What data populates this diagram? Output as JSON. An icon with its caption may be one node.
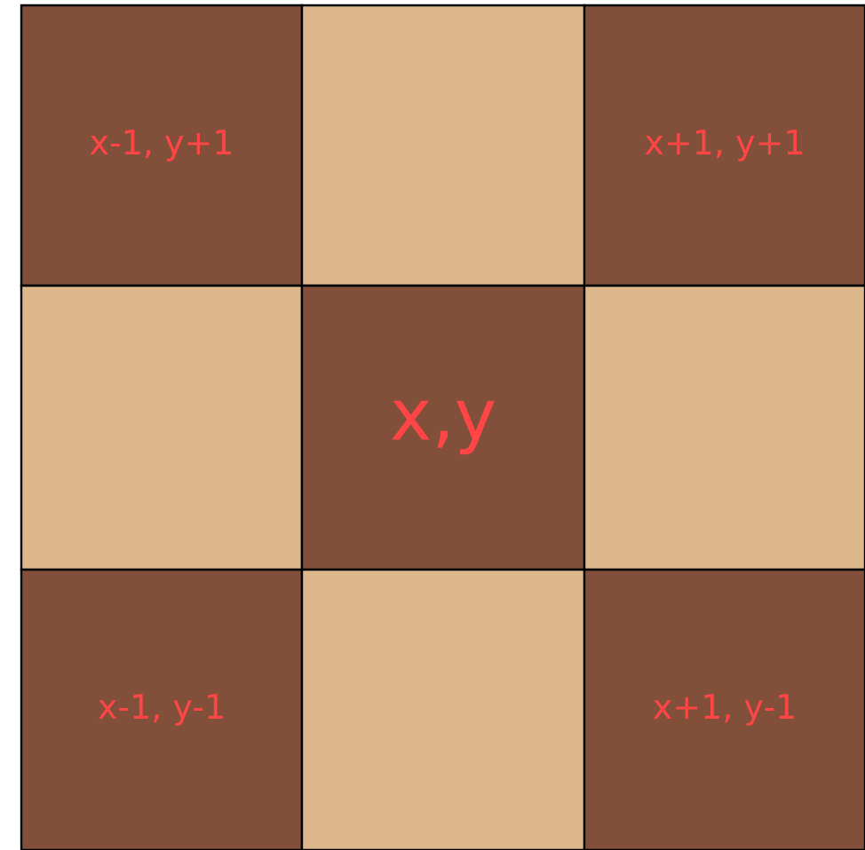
{
  "diagram": {
    "nodes": [
      {
        "text": [
          "x-1, y+1"
        ]
      },
      {
        "text": [],
        "shape": "box"
      },
      {
        "text": [
          "x+1, y+1"
        ]
      },
      {
        "text": [],
        "shape": "box"
      },
      {
        "text": [
          "x,y"
        ]
      },
      {
        "text": [],
        "shape": "box"
      },
      {
        "text": [
          "x-1, y-1"
        ]
      },
      {
        "text": [],
        "shape": "box"
      },
      {
        "text": [
          "x+1, y-1"
        ]
      }
    ]
  }
}
